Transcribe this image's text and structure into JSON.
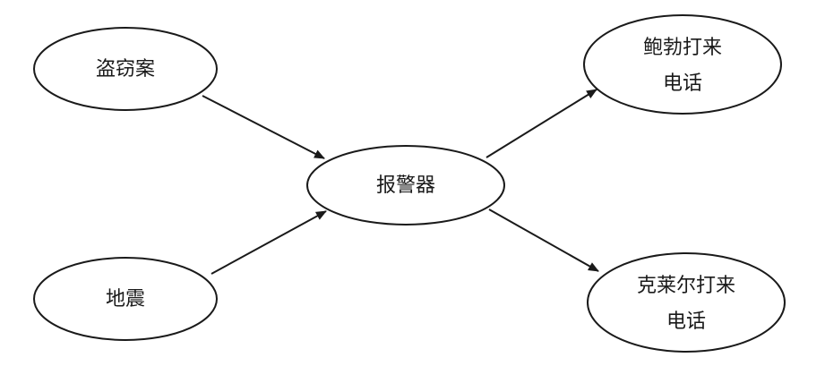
{
  "nodes": {
    "burglary": {
      "label": "盗窃案"
    },
    "earthquake": {
      "label": "地震"
    },
    "alarm": {
      "label": "报警器"
    },
    "bob_calls": {
      "label_line1": "鲍勃打来",
      "label_line2": "电话"
    },
    "claire_calls": {
      "label_line1": "克莱尔打来",
      "label_line2": "电话"
    }
  },
  "edges": [
    {
      "from": "盗窃案",
      "to": "报警器"
    },
    {
      "from": "地震",
      "to": "报警器"
    },
    {
      "from": "报警器",
      "to": "鲍勃打来电话"
    },
    {
      "from": "报警器",
      "to": "克莱尔打来电话"
    }
  ],
  "colors": {
    "stroke": "#1a1a1a",
    "fill": "#ffffff"
  }
}
